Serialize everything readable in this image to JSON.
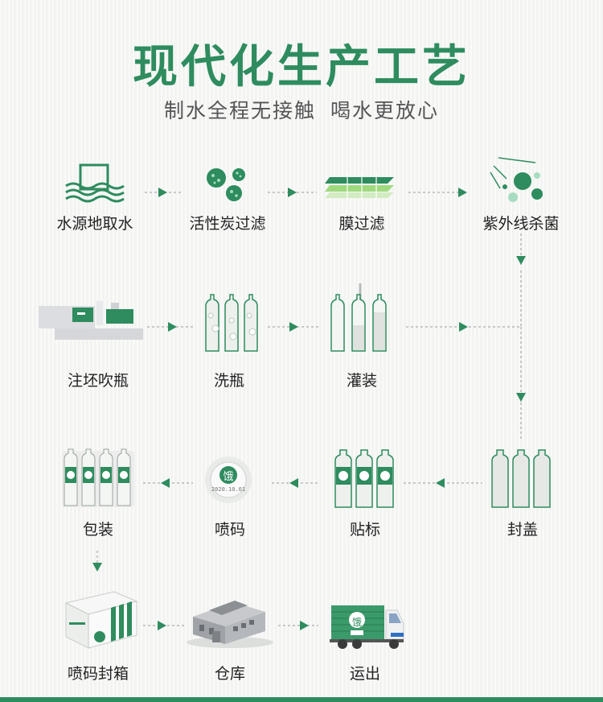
{
  "header": {
    "title": "现代化生产工艺",
    "subtitle": "制水全程无接触  喝水更放心"
  },
  "steps": [
    {
      "id": "water-source",
      "label": "水源地取水",
      "icon": "water-source-icon"
    },
    {
      "id": "carbon-filter",
      "label": "活性炭过滤",
      "icon": "activated-carbon-icon"
    },
    {
      "id": "membrane-filter",
      "label": "膜过滤",
      "icon": "membrane-filter-icon"
    },
    {
      "id": "uv-sterilize",
      "label": "紫外线杀菌",
      "icon": "uv-sterilize-icon"
    },
    {
      "id": "blow-molding",
      "label": "注坯吹瓶",
      "icon": "blow-molding-machine-icon"
    },
    {
      "id": "bottle-wash",
      "label": "洗瓶",
      "icon": "bottle-wash-icon"
    },
    {
      "id": "filling",
      "label": "灌装",
      "icon": "filling-icon"
    },
    {
      "id": "capping",
      "label": "封盖",
      "icon": "capping-icon"
    },
    {
      "id": "labeling",
      "label": "贴标",
      "icon": "labeled-bottles-icon"
    },
    {
      "id": "code-printing",
      "label": "喷码",
      "icon": "printed-cap-icon"
    },
    {
      "id": "packing",
      "label": "包装",
      "icon": "bottle-pack-icon"
    },
    {
      "id": "box-sealing",
      "label": "喷码封箱",
      "icon": "carton-box-icon"
    },
    {
      "id": "warehouse",
      "label": "仓库",
      "icon": "warehouse-icon"
    },
    {
      "id": "shipping",
      "label": "运出",
      "icon": "delivery-truck-icon"
    }
  ],
  "brand": {
    "logo_char": "饿",
    "cap_code": "2020.10.01"
  },
  "colors": {
    "green": "#2e8c5e",
    "light_green": "#5fb98a",
    "gray_bottle": "#e4e6e4",
    "text": "#222222"
  }
}
